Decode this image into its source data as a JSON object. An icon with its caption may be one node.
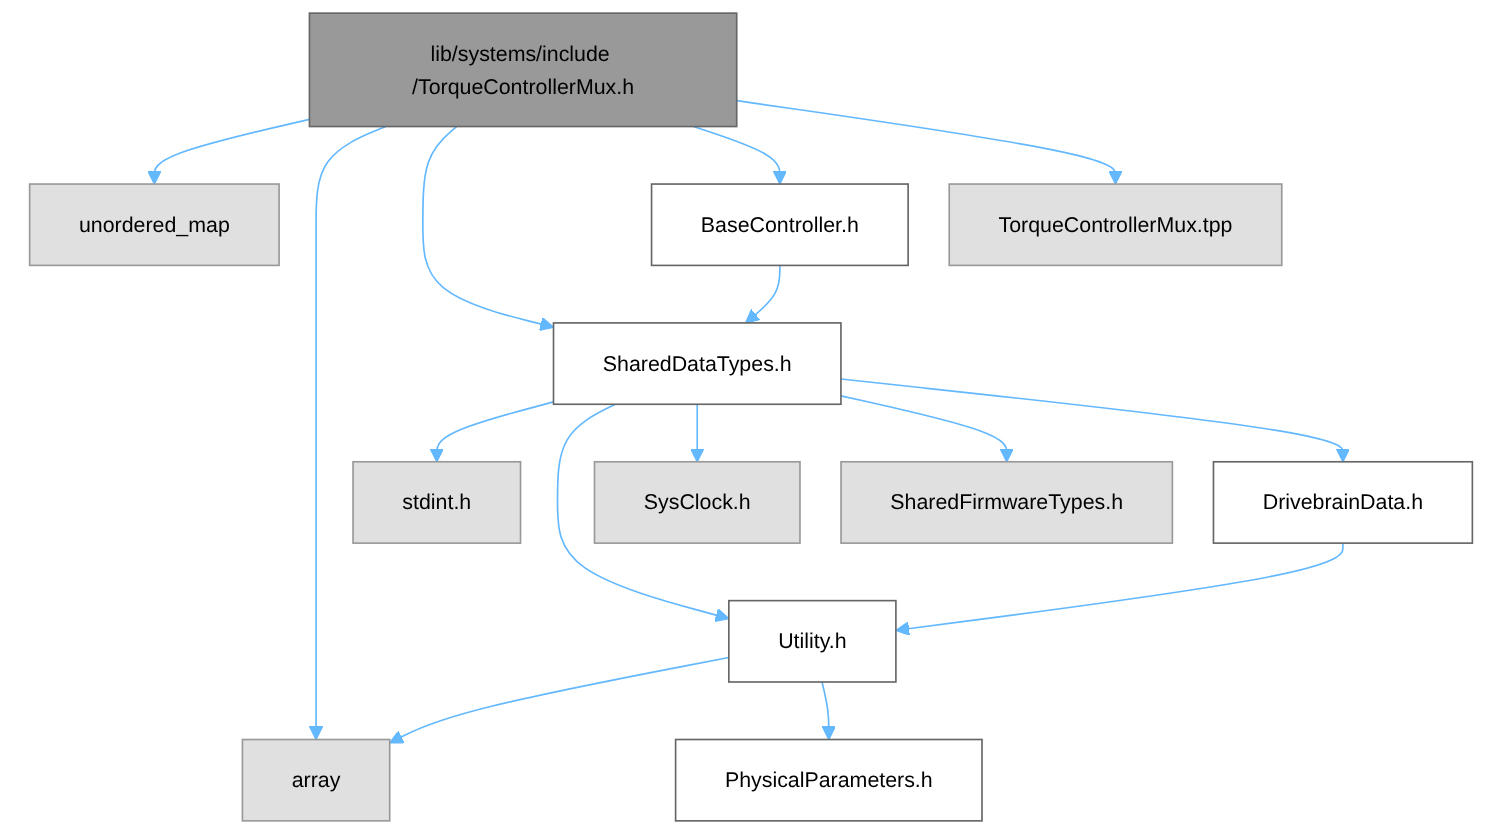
{
  "diagram": {
    "nodes": [
      {
        "text": [
          "lib/systems/include /TorqueControllerMux.h"
        ]
      },
      {
        "text": [
          "unordered_map"
        ]
      },
      {
        "text": [
          "BaseController.h"
        ]
      },
      {
        "text": [
          "TorqueControllerMux.tpp"
        ]
      },
      {
        "text": [
          "SharedDataTypes.h"
        ]
      },
      {
        "text": [
          "stdint.h"
        ]
      },
      {
        "text": [
          "SysClock.h"
        ]
      },
      {
        "text": [
          "SharedFirmwareTypes.h"
        ]
      },
      {
        "text": [
          "DrivebrainData.h"
        ]
      },
      {
        "text": [
          "Utility.h"
        ]
      },
      {
        "text": [
          "array"
        ]
      },
      {
        "text": [
          "PhysicalParameters.h"
        ]
      }
    ],
    "edges": [
      {
        "from": 0,
        "to": 1,
        "arrow": "to"
      },
      {
        "from": 0,
        "to": 10,
        "arrow": "to"
      },
      {
        "from": 0,
        "to": 4,
        "arrow": "to"
      },
      {
        "from": 0,
        "to": 2,
        "arrow": "to"
      },
      {
        "from": 0,
        "to": 3,
        "arrow": "to"
      },
      {
        "from": 2,
        "to": 4,
        "arrow": "to"
      },
      {
        "from": 4,
        "to": 5,
        "arrow": "to"
      },
      {
        "from": 4,
        "to": 9,
        "arrow": "to"
      },
      {
        "from": 4,
        "to": 6,
        "arrow": "to"
      },
      {
        "from": 4,
        "to": 7,
        "arrow": "to"
      },
      {
        "from": 4,
        "to": 8,
        "arrow": "to"
      },
      {
        "from": 8,
        "to": 9,
        "arrow": "to"
      },
      {
        "from": 9,
        "to": 10,
        "arrow": "to"
      },
      {
        "from": 9,
        "to": 11,
        "arrow": "to"
      }
    ]
  }
}
